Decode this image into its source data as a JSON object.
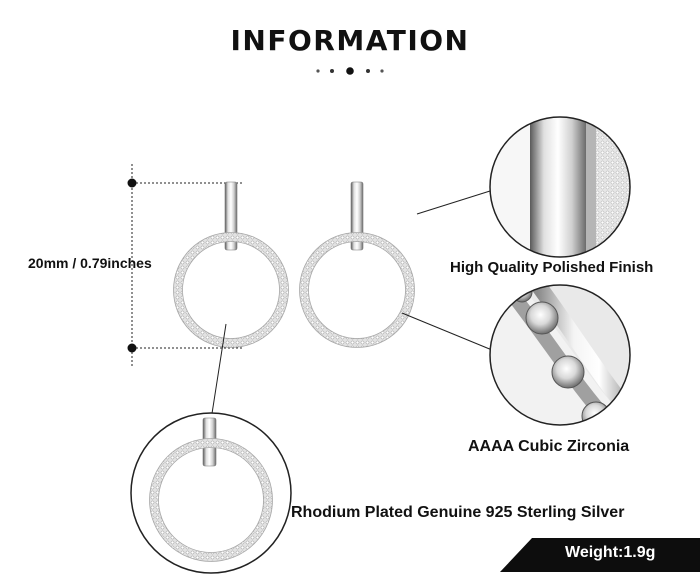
{
  "section": {
    "title": "INFORMATION"
  },
  "dimensions": {
    "size_label": "20mm / 0.79inches"
  },
  "features": {
    "finish_label": "High Quality Polished Finish",
    "zirconia_label": "AAAA Cubic Zirconia",
    "material_label": "Rhodium Plated Genuine 925 Sterling Silver"
  },
  "specs": {
    "weight_label": "Weight:1.9g"
  },
  "colors": {
    "text": "#111111",
    "silver": "#c8c8c8",
    "badge": "#0d0d0d"
  }
}
